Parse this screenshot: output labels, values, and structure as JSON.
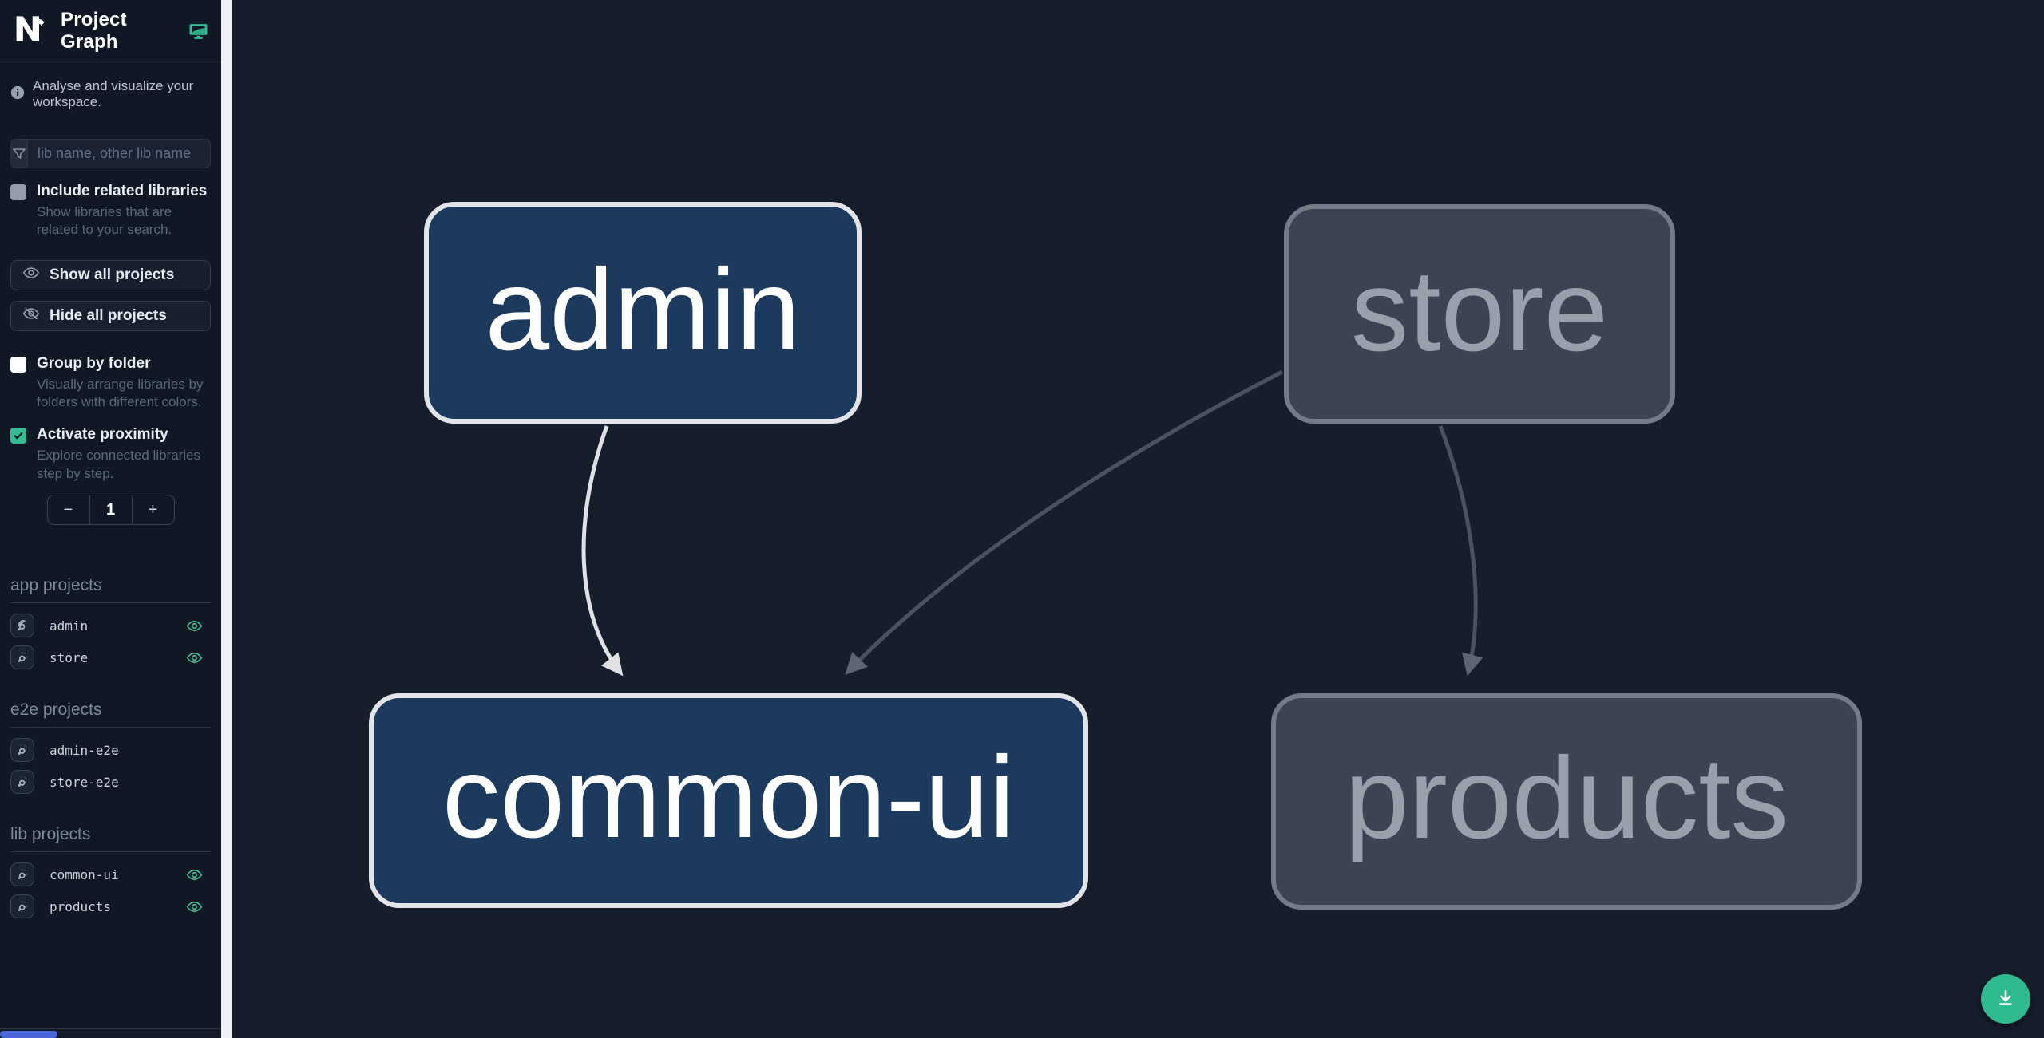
{
  "app": {
    "title": "Project Graph"
  },
  "colors": {
    "accent": "#34bd93",
    "node_highlight_fill": "#1c3a5e",
    "node_highlight_border": "#e3e4e7",
    "node_muted_fill": "#3c4353",
    "node_muted_border": "#747b87",
    "edge_highlight": "#dfe1e5",
    "edge_muted": "#4a5160",
    "scroll_thumb": "#4a66d9"
  },
  "sidebar": {
    "tagline": "Analyse and visualize your workspace.",
    "search": {
      "placeholder": "lib name, other lib name"
    },
    "options": [
      {
        "label": "Include related libraries",
        "description": "Show libraries that are related to your search.",
        "checked": false
      },
      {
        "label": "Group by folder",
        "description": "Visually arrange libraries by folders with different colors.",
        "checked": false
      },
      {
        "label": "Activate proximity",
        "description": "Explore connected libraries step by step.",
        "checked": true
      }
    ],
    "actions": [
      {
        "label": "Show all projects"
      },
      {
        "label": "Hide all projects"
      }
    ],
    "stepper": {
      "decrement": "−",
      "value": "1",
      "increment": "+"
    },
    "sections": [
      {
        "title": "app projects",
        "items": [
          {
            "name": "admin",
            "visible": true
          },
          {
            "name": "store",
            "visible": true
          }
        ]
      },
      {
        "title": "e2e projects",
        "items": [
          {
            "name": "admin-e2e",
            "visible": false
          },
          {
            "name": "store-e2e",
            "visible": false
          }
        ]
      },
      {
        "title": "lib projects",
        "items": [
          {
            "name": "common-ui",
            "visible": true
          },
          {
            "name": "products",
            "visible": true
          }
        ]
      }
    ]
  },
  "graph": {
    "nodes": [
      {
        "label": "admin",
        "type": "app",
        "state": "highlighted"
      },
      {
        "label": "store",
        "type": "app",
        "state": "muted"
      },
      {
        "label": "common-ui",
        "type": "lib",
        "state": "highlighted"
      },
      {
        "label": "products",
        "type": "lib",
        "state": "muted"
      }
    ],
    "edges": [
      {
        "from": "admin",
        "to": "common-ui",
        "state": "highlighted"
      },
      {
        "from": "store",
        "to": "common-ui",
        "state": "muted"
      },
      {
        "from": "store",
        "to": "products",
        "state": "muted"
      }
    ]
  }
}
